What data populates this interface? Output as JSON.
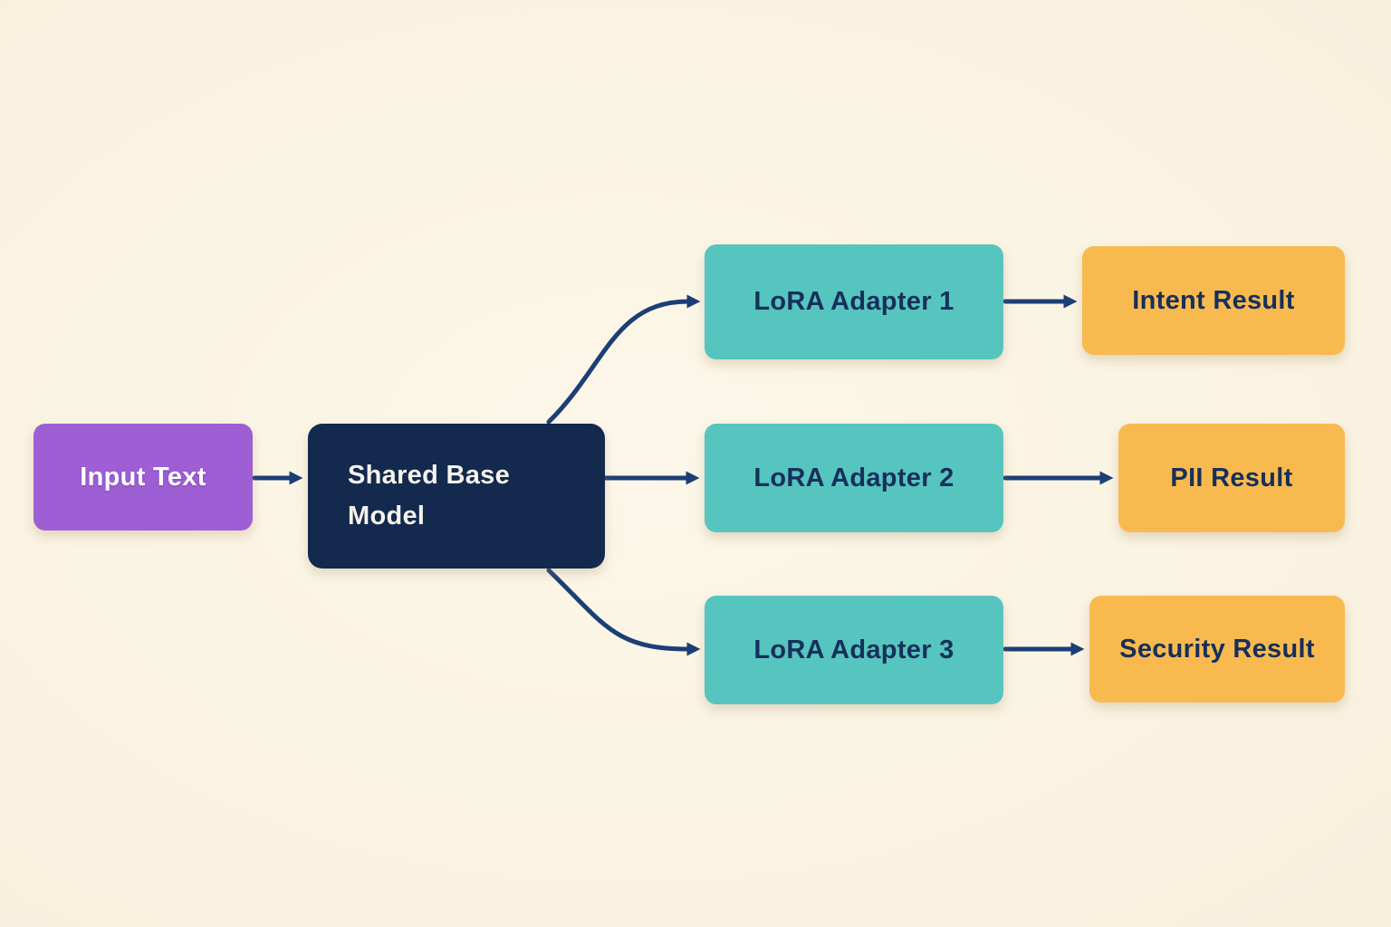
{
  "diagram": {
    "title": "LoRA multi-adapter inference flow",
    "colors": {
      "background": "#faf3e2",
      "input_node": "#9d5fd3",
      "base_node": "#13294e",
      "adapter_node": "#56c5bf",
      "result_node": "#f8ba4f",
      "arrow": "#1c3e76",
      "text_on_dark": "#ffffff",
      "text_on_light": "#172f5a"
    },
    "nodes": {
      "input_text": {
        "label": "Input Text"
      },
      "shared_base_model": {
        "label": "Shared Base Model"
      },
      "lora_adapter_1": {
        "label": "LoRA Adapter 1"
      },
      "lora_adapter_2": {
        "label": "LoRA Adapter 2"
      },
      "lora_adapter_3": {
        "label": "LoRA Adapter 3"
      },
      "intent_result": {
        "label": "Intent Result"
      },
      "pii_result": {
        "label": "PII Result"
      },
      "security_result": {
        "label": "Security Result"
      }
    },
    "edges": [
      {
        "from": "input_text",
        "to": "shared_base_model"
      },
      {
        "from": "shared_base_model",
        "to": "lora_adapter_1"
      },
      {
        "from": "shared_base_model",
        "to": "lora_adapter_2"
      },
      {
        "from": "shared_base_model",
        "to": "lora_adapter_3"
      },
      {
        "from": "lora_adapter_1",
        "to": "intent_result"
      },
      {
        "from": "lora_adapter_2",
        "to": "pii_result"
      },
      {
        "from": "lora_adapter_3",
        "to": "security_result"
      }
    ]
  }
}
